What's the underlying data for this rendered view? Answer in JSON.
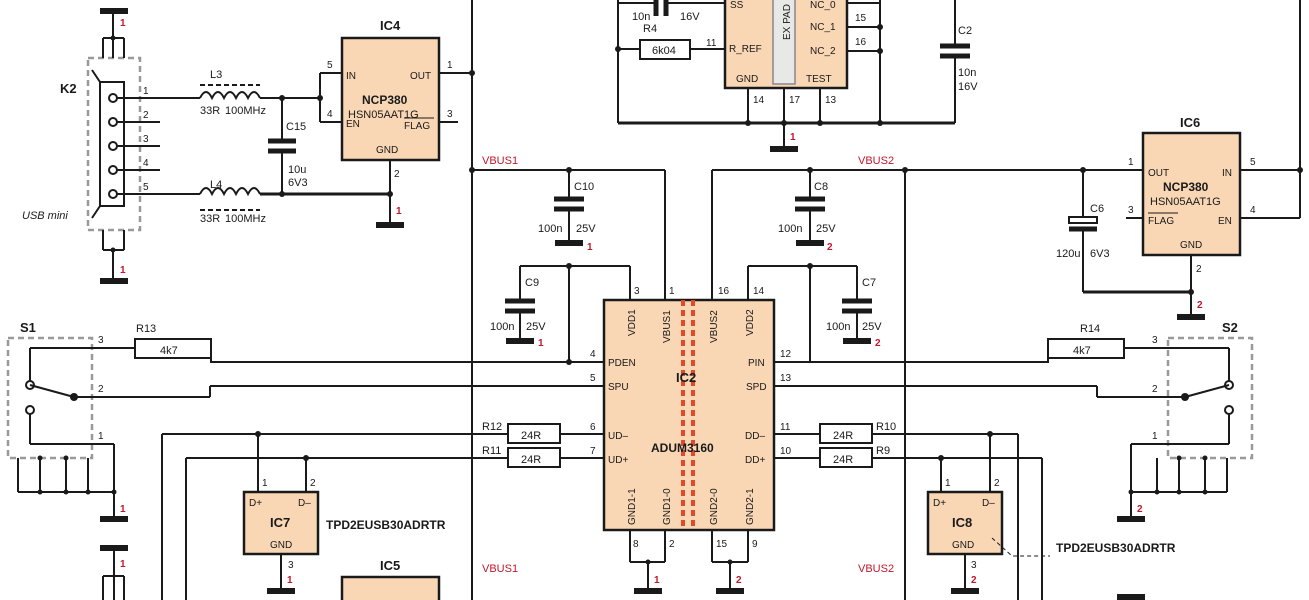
{
  "k2": {
    "ref": "K2",
    "name": "USB mini",
    "pins": [
      "1",
      "2",
      "3",
      "4",
      "5"
    ]
  },
  "l3": {
    "ref": "L3",
    "value": "33R",
    "freq": "100MHz"
  },
  "l4": {
    "ref": "L4",
    "value": "33R",
    "freq": "100MHz"
  },
  "c15": {
    "ref": "C15",
    "value": "10u",
    "volt": "6V3"
  },
  "ic4": {
    "ref": "IC4",
    "part1": "NCP380",
    "part2": "HSN05AAT1G",
    "pin_in": "IN",
    "pin_en": "EN",
    "pin_out": "OUT",
    "pin_flag": "FLAG",
    "pin_gnd": "GND",
    "n5": "5",
    "n4": "4",
    "n1": "1",
    "n3": "3",
    "n2": "2"
  },
  "top": {
    "c_val": "10n",
    "c_volt": "16V",
    "r4": "R4",
    "r4_val": "6k04",
    "ss": "SS",
    "rref": "R_REF",
    "gnd": "GND",
    "test": "TEST",
    "exp": "EX PAD",
    "nc0": "NC_0",
    "nc1": "NC_1",
    "nc2": "NC_2",
    "n11": "11",
    "n14": "14",
    "n17": "17",
    "n13": "13",
    "n15": "15",
    "n16": "16",
    "g1": "1"
  },
  "c2": {
    "ref": "C2",
    "value": "10n",
    "volt": "16V"
  },
  "nets": {
    "vbus1": "VBUS1",
    "vbus2": "VBUS2"
  },
  "ic2": {
    "ref": "IC2",
    "part": "ADUM3160",
    "vdd1": "VDD1",
    "vbus1": "VBUS1",
    "vbus2": "VBUS2",
    "vdd2": "VDD2",
    "pden": "PDEN",
    "spu": "SPU",
    "ud_m": "UD–",
    "ud_p": "UD+",
    "pin": "PIN",
    "spd": "SPD",
    "dd_m": "DD–",
    "dd_p": "DD+",
    "gnd1_1": "GND1-1",
    "gnd1_0": "GND1-0",
    "gnd2_0": "GND2-0",
    "gnd2_1": "GND2-1",
    "p3": "3",
    "p1": "1",
    "p16": "16",
    "p14": "14",
    "p4": "4",
    "p5": "5",
    "p6": "6",
    "p7": "7",
    "p12": "12",
    "p13": "13",
    "p11": "11",
    "p10": "10",
    "p8": "8",
    "p2": "2",
    "p15": "15",
    "p9": "9"
  },
  "c10": {
    "ref": "C10",
    "value": "100n",
    "volt": "25V"
  },
  "c9": {
    "ref": "C9",
    "value": "100n",
    "volt": "25V"
  },
  "c8": {
    "ref": "C8",
    "value": "100n",
    "volt": "25V"
  },
  "c7": {
    "ref": "C7",
    "value": "100n",
    "volt": "25V"
  },
  "c6": {
    "ref": "C6",
    "value": "120u",
    "volt": "6V3"
  },
  "ic6": {
    "ref": "IC6",
    "part1": "NCP380",
    "part2": "HSN05AAT1G",
    "pin_out": "OUT",
    "pin_in": "IN",
    "pin_flag": "FLAG",
    "pin_en": "EN",
    "pin_gnd": "GND",
    "n1": "1",
    "n5": "5",
    "n3": "3",
    "n4": "4",
    "n2": "2"
  },
  "r13": {
    "ref": "R13",
    "value": "4k7"
  },
  "r14": {
    "ref": "R14",
    "value": "4k7"
  },
  "s1": {
    "ref": "S1",
    "p3": "3",
    "p2": "2",
    "p1": "1"
  },
  "s2": {
    "ref": "S2",
    "p3": "3",
    "p2": "2",
    "p1": "1"
  },
  "r12": {
    "ref": "R12",
    "value": "24R"
  },
  "r11": {
    "ref": "R11",
    "value": "24R"
  },
  "r10": {
    "ref": "R10",
    "value": "24R"
  },
  "r9": {
    "ref": "R9",
    "value": "24R"
  },
  "ic7": {
    "ref": "IC7",
    "part": "TPD2EUSB30ADRTR",
    "dp": "D+",
    "dm": "D–",
    "gnd": "GND",
    "p1": "1",
    "p2": "2",
    "p3": "3"
  },
  "ic8": {
    "ref": "IC8",
    "part": "TPD2EUSB30ADRTR",
    "dp": "D+",
    "dm": "D–",
    "gnd": "GND",
    "p1": "1",
    "p2": "2",
    "p3": "3"
  },
  "ic5": {
    "ref": "IC5"
  },
  "grounds": {
    "one": "1",
    "two": "2"
  }
}
